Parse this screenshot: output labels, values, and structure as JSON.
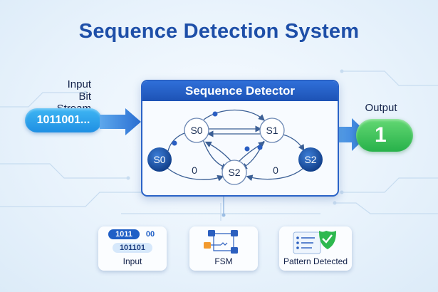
{
  "title": "Sequence Detection System",
  "input": {
    "label_line1": "Input",
    "label_line2": "Bit Stream",
    "value": "1011001..."
  },
  "output": {
    "label": "Output",
    "value": "1"
  },
  "detector": {
    "title": "Sequence Detector",
    "states": [
      "S0",
      "S1",
      "S0",
      "S2",
      "S2"
    ],
    "edge_labels": [
      "0",
      "0"
    ]
  },
  "cards": {
    "input": {
      "label": "Input",
      "bits_top": "1011",
      "bits_top_extra": "00",
      "bits_bottom": "101101"
    },
    "fsm": {
      "label": "FSM"
    },
    "pattern": {
      "label": "Pattern Detected"
    }
  },
  "colors": {
    "accent": "#1e4fa8",
    "input": "#1f8fe3",
    "output": "#27b14a",
    "check": "#2db84e"
  }
}
